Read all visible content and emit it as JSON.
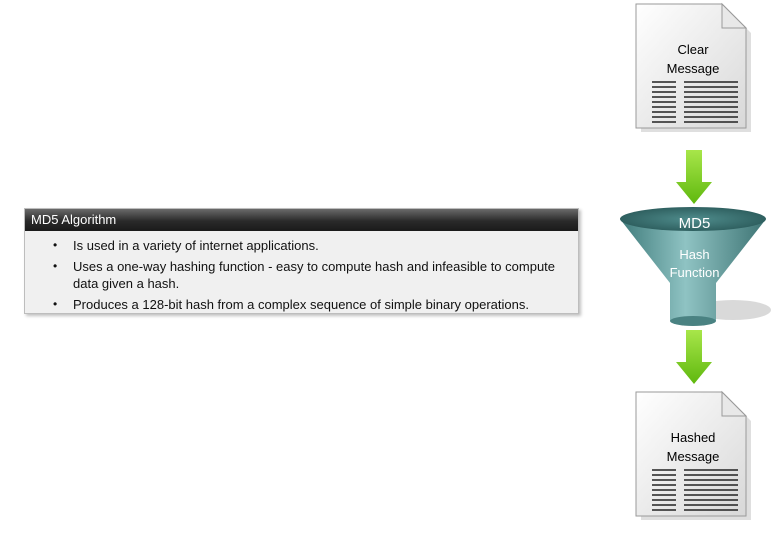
{
  "info": {
    "title": "MD5 Algorithm",
    "bullets": [
      "Is used in a variety of internet applications.",
      "Uses a one-way hashing function - easy to compute hash and infeasible to compute data given a hash.",
      "Produces a 128-bit hash from a complex sequence of simple binary operations."
    ]
  },
  "diagram": {
    "input_doc": {
      "line1": "Clear",
      "line2": "Message"
    },
    "funnel": {
      "title": "MD5",
      "sub1": "Hash",
      "sub2": "Function"
    },
    "output_doc": {
      "line1": "Hashed",
      "line2": "Message"
    }
  },
  "colors": {
    "arrow": "#7ed21e",
    "funnel": "#6fa3a3",
    "header": "#2a2a2a"
  }
}
